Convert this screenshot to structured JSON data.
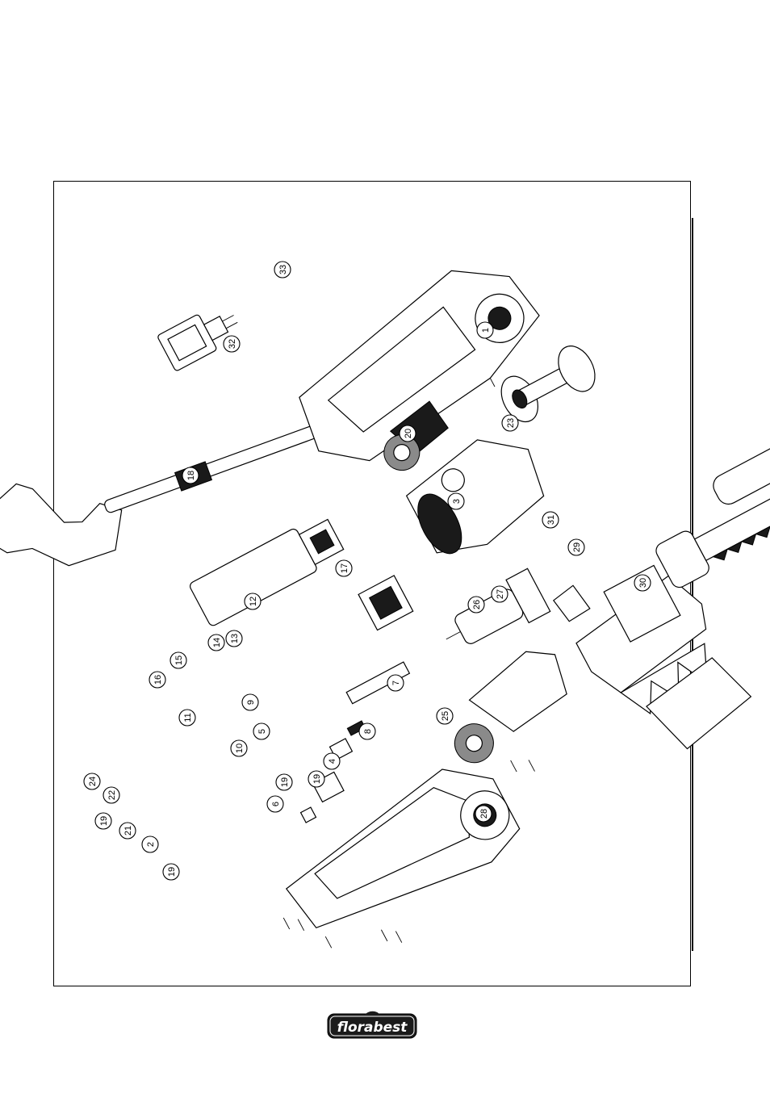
{
  "brand": {
    "logo_text": "florabest"
  },
  "diagram": {
    "part_numbers": [
      "1",
      "2",
      "3",
      "4",
      "5",
      "6",
      "7",
      "8",
      "9",
      "10",
      "11",
      "12",
      "13",
      "14",
      "15",
      "16",
      "17",
      "18",
      "19",
      "19",
      "19",
      "19",
      "20",
      "21",
      "22",
      "23",
      "24",
      "25",
      "26",
      "27",
      "28",
      "29",
      "30",
      "31",
      "32",
      "33"
    ]
  }
}
